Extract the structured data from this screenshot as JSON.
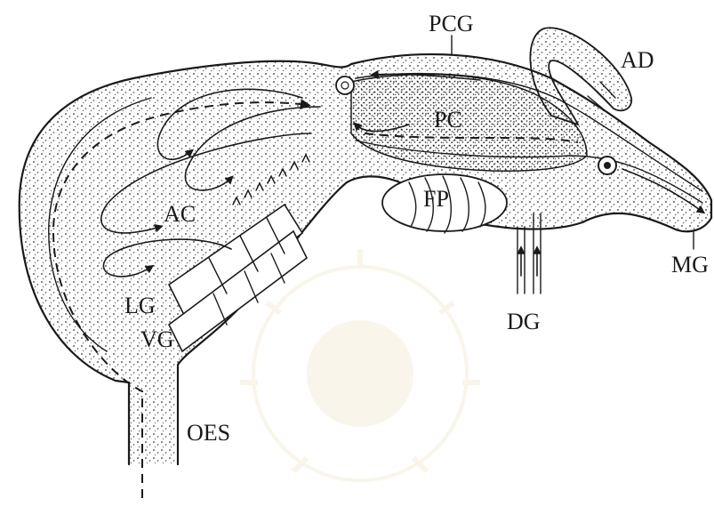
{
  "labels": {
    "pcg": "PCG",
    "ad": "AD",
    "pc": "PC",
    "fp": "FP",
    "ac": "AC",
    "lg": "LG",
    "vg": "VG",
    "dg": "DG",
    "mg": "MG",
    "oes": "OES"
  }
}
